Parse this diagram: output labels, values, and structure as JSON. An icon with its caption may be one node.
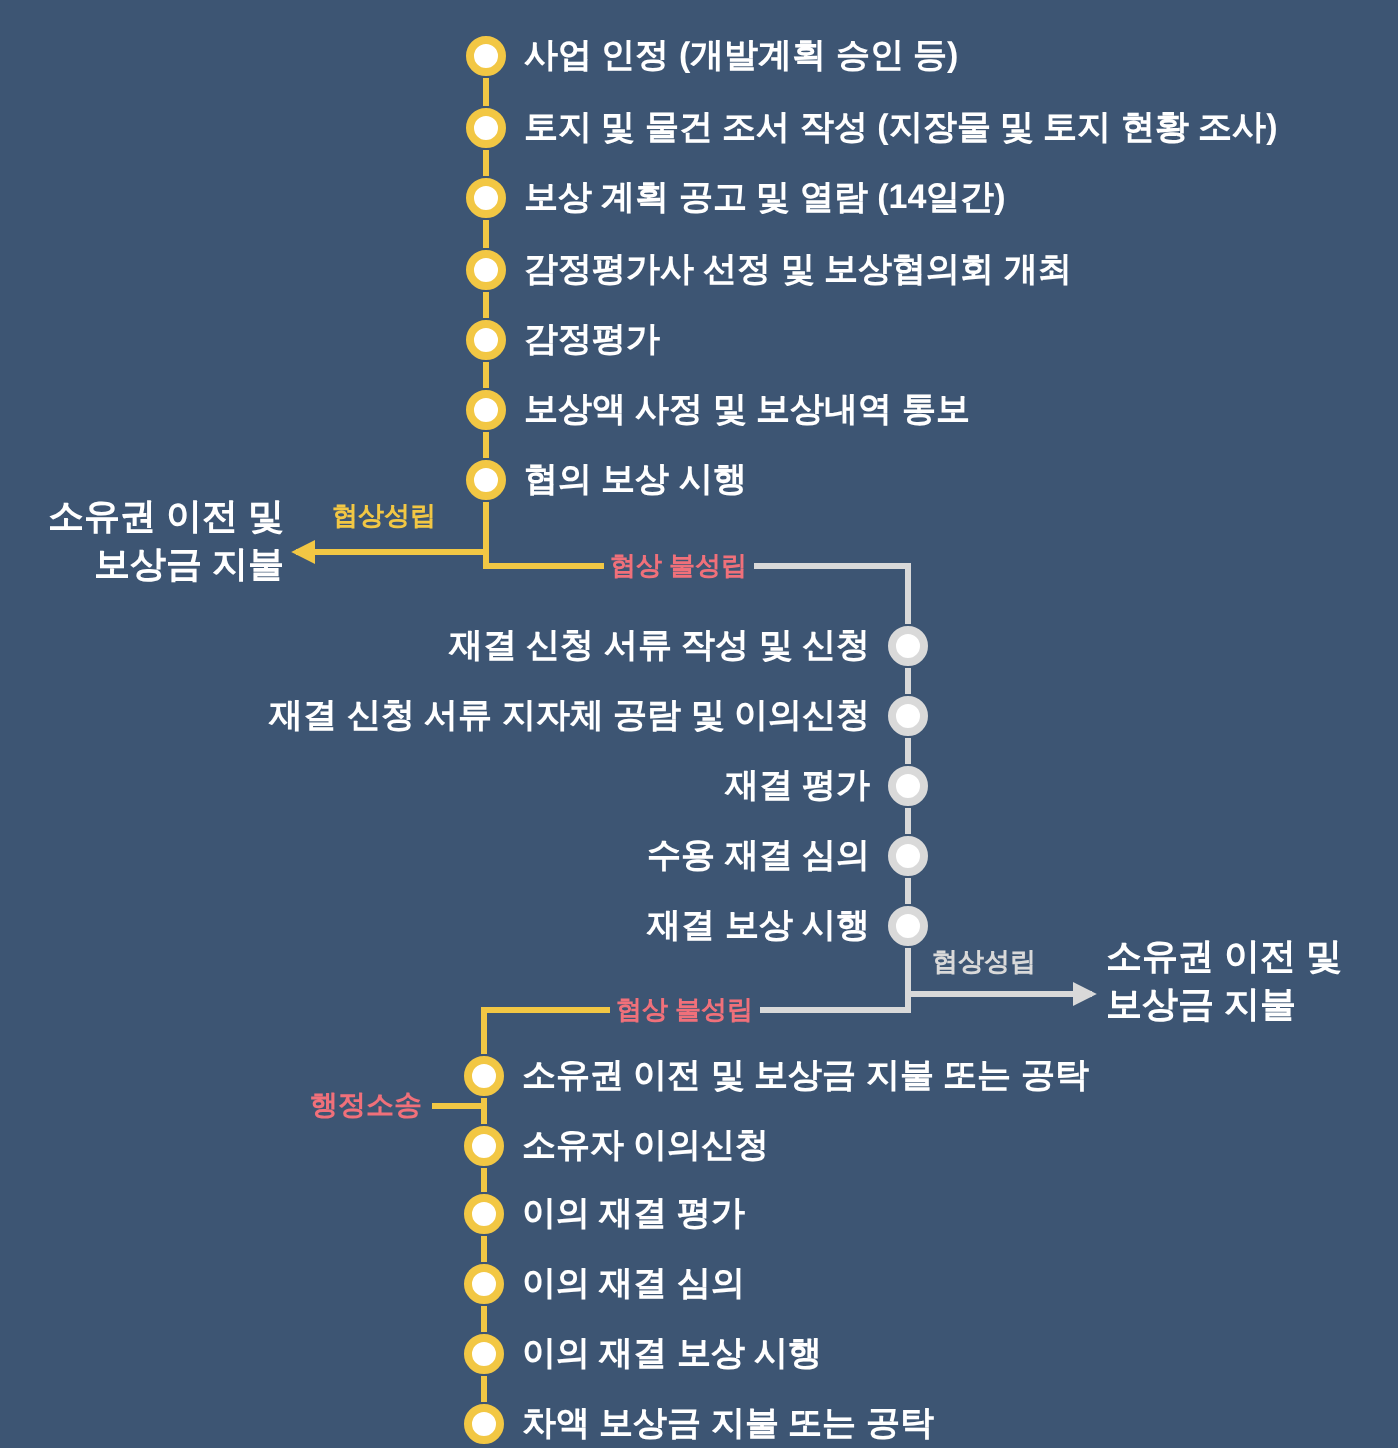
{
  "diagram": {
    "nodes": [
      {
        "text": [
          "사업 인정 (개발계획 승인 등)"
        ]
      },
      {
        "text": [
          "토지 및 물건 조서 작성 (지장물 및 토지 현황 조사)"
        ]
      },
      {
        "text": [
          "보상 계획 공고 및 열람 (14일간)"
        ]
      },
      {
        "text": [
          "감정평가사 선정 및 보상협의회 개최"
        ]
      },
      {
        "text": [
          "감정평가"
        ]
      },
      {
        "text": [
          "보상액 사정 및 보상내역 통보"
        ]
      },
      {
        "text": [
          "협의 보상 시행"
        ]
      },
      {
        "text": [
          "소유권 이전 및 보상금 지불"
        ]
      },
      {
        "text": [
          "재결 신청 서류 작성 및 신청"
        ]
      },
      {
        "text": [
          "재결 신청 서류 지자체 공람 및 이의신청"
        ]
      },
      {
        "text": [
          "재결 평가"
        ]
      },
      {
        "text": [
          "수용 재결 심의"
        ]
      },
      {
        "text": [
          "재결 보상 시행"
        ]
      },
      {
        "text": [
          "소유권 이전 및 보상금 지불"
        ]
      },
      {
        "text": [
          "소유권 이전 및 보상금 지불 또는 공탁"
        ]
      },
      {
        "text": [
          "소유자 이의신청"
        ]
      },
      {
        "text": [
          "이의 재결 평가"
        ]
      },
      {
        "text": [
          "이의 재결 심의"
        ]
      },
      {
        "text": [
          "이의 재결 보상 시행"
        ]
      },
      {
        "text": [
          "차액 보상금 지불 또는 공탁"
        ]
      },
      {
        "text": [
          "행정소송"
        ]
      }
    ],
    "edges": [
      {
        "from": 0,
        "to": 1,
        "arrow": "none"
      },
      {
        "from": 1,
        "to": 2,
        "arrow": "none"
      },
      {
        "from": 2,
        "to": 3,
        "arrow": "none"
      },
      {
        "from": 3,
        "to": 4,
        "arrow": "none"
      },
      {
        "from": 4,
        "to": 5,
        "arrow": "none"
      },
      {
        "from": 5,
        "to": 6,
        "arrow": "none"
      },
      {
        "from": 6,
        "to": 7,
        "arrow": "to",
        "label": "협상성립"
      },
      {
        "from": 6,
        "to": 8,
        "arrow": "none",
        "label": "협상 불성립"
      },
      {
        "from": 8,
        "to": 9,
        "arrow": "none",
        "color": "#d9d9d9"
      },
      {
        "from": 9,
        "to": 10,
        "arrow": "none",
        "color": "#d9d9d9"
      },
      {
        "from": 10,
        "to": 11,
        "arrow": "none",
        "color": "#d9d9d9"
      },
      {
        "from": 11,
        "to": 12,
        "arrow": "none",
        "color": "#d9d9d9"
      },
      {
        "from": 12,
        "to": 13,
        "arrow": "to",
        "label": "협상성립",
        "color": "#d9d9d9"
      },
      {
        "from": 12,
        "to": 14,
        "arrow": "none",
        "label": "협상 불성립"
      },
      {
        "from": 14,
        "to": 15,
        "arrow": "none"
      },
      {
        "from": 15,
        "to": 16,
        "arrow": "none"
      },
      {
        "from": 16,
        "to": 17,
        "arrow": "none"
      },
      {
        "from": 17,
        "to": 18,
        "arrow": "none"
      },
      {
        "from": 18,
        "to": 19,
        "arrow": "none"
      },
      {
        "from": 14,
        "to": 20,
        "arrow": "none"
      }
    ]
  }
}
